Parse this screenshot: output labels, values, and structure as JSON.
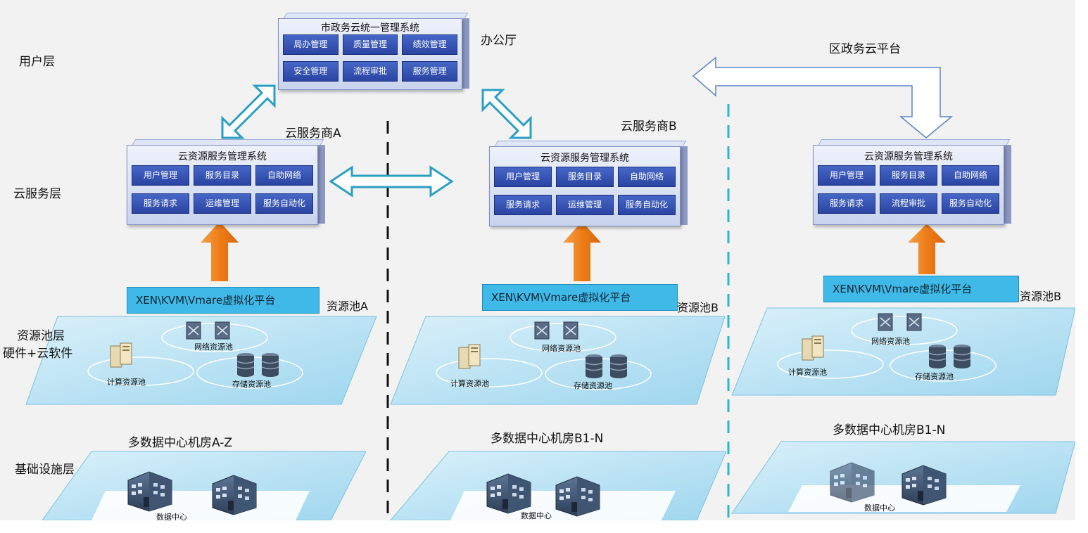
{
  "layers": {
    "user": "用户层",
    "cloud_service": "云服务层",
    "resource_pool": "资源池层",
    "resource_pool_sub": "硬件+云软件",
    "infrastructure": "基础设施层"
  },
  "office_system": {
    "title": "市政务云统一管理系统",
    "cells": [
      "局办管理",
      "质量管理",
      "绩效管理",
      "安全管理",
      "流程审批",
      "服务管理"
    ],
    "caption": "办公厅"
  },
  "district_platform": "区政务云平台",
  "providers": [
    {
      "name": "云服务商A",
      "system_title": "云资源服务管理系统",
      "cells": [
        "用户管理",
        "服务目录",
        "自助网络",
        "服务请求",
        "运维管理",
        "服务自动化"
      ],
      "virtualization": "XEN\\KVM\\Vmare虚拟化平台",
      "pool_label": "资源池A",
      "pools": {
        "network": "网络资源池",
        "compute": "计算资源池",
        "storage": "存储资源池"
      },
      "datacenter_title": "多数据中心机房A-Z",
      "datacenter_label": "数据中心"
    },
    {
      "name": "云服务商B",
      "system_title": "云资源服务管理系统",
      "cells": [
        "用户管理",
        "服务目录",
        "自助网络",
        "服务请求",
        "运维管理",
        "服务自动化"
      ],
      "virtualization": "XEN\\KVM\\Vmare虚拟化平台",
      "pool_label": "资源池B",
      "pools": {
        "network": "网络资源池",
        "compute": "计算资源池",
        "storage": "存储资源池"
      },
      "datacenter_title": "多数据中心机房B1-N",
      "datacenter_label": "数据中心"
    },
    {
      "name": "",
      "system_title": "云资源服务管理系统",
      "cells": [
        "用户管理",
        "服务目录",
        "自助网络",
        "服务请求",
        "流程审批",
        "服务自动化"
      ],
      "virtualization": "XEN\\KVM\\Vmare虚拟化平台",
      "pool_label": "资源池B",
      "pools": {
        "network": "网络资源池",
        "compute": "计算资源池",
        "storage": "存储资源池"
      },
      "datacenter_title": "多数据中心机房B1-N",
      "datacenter_label": "数据中心"
    }
  ],
  "colors": {
    "background": "#f2f2f2",
    "box_cell": "#3454b4",
    "virtualization_bar": "#3fb9e8",
    "platform_plane": "#bfe6f6",
    "up_arrow": "#f08a24",
    "link_arrow": "#2a9fc4",
    "divider_black": "#111111",
    "divider_cyan": "#2bb6d6"
  }
}
